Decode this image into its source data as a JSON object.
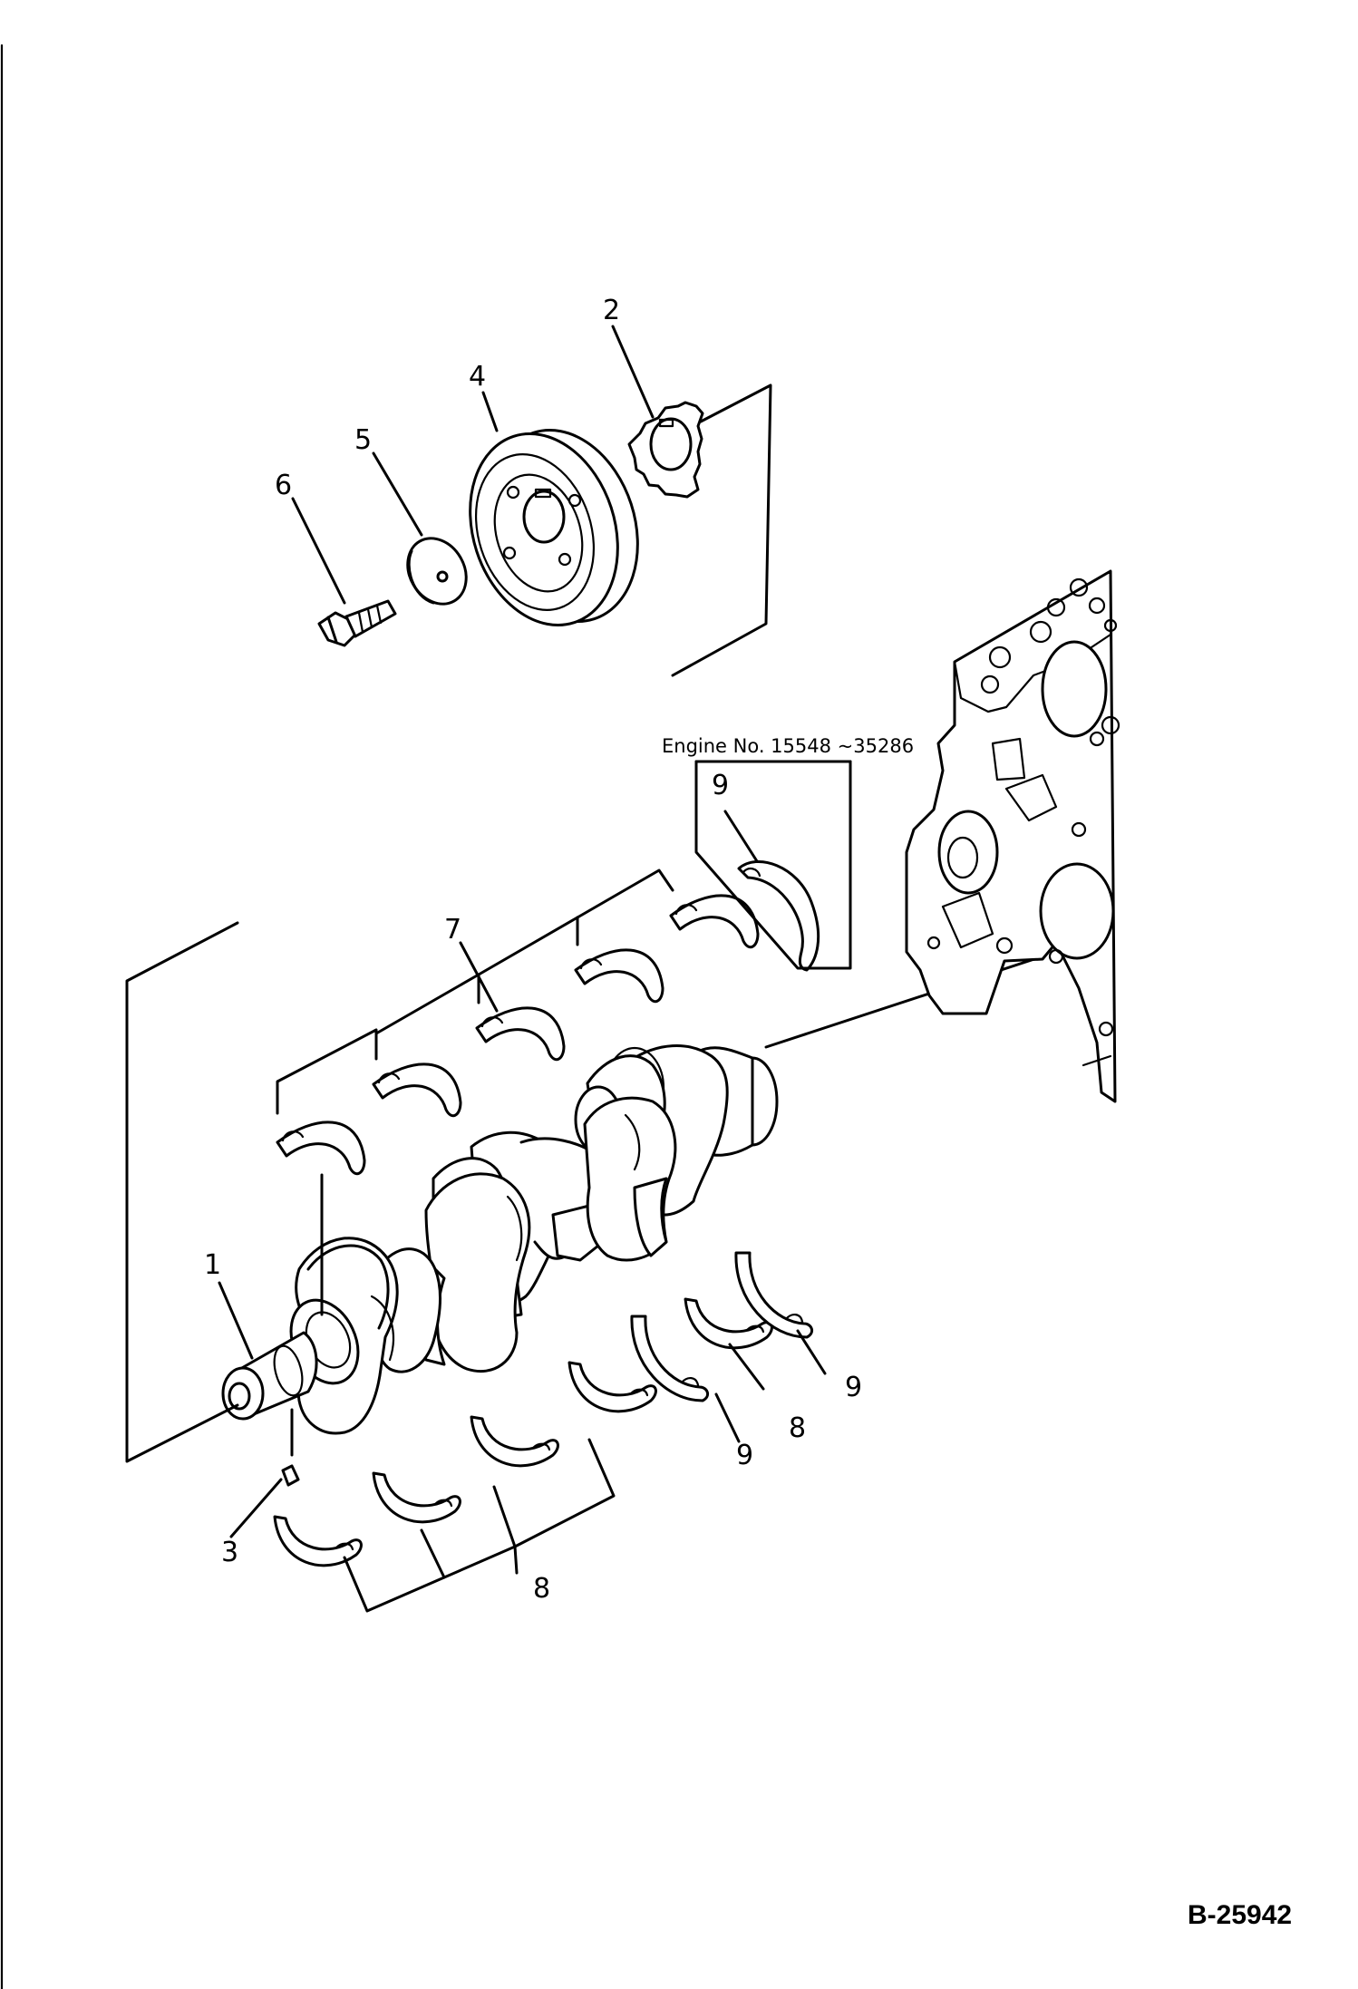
{
  "diagram": {
    "drawing_code": "B-25942",
    "note": "Engine No. 15548 ~35286",
    "callouts": {
      "c1": "1",
      "c2": "2",
      "c3": "3",
      "c4": "4",
      "c5": "5",
      "c6": "6",
      "c7": "7",
      "c8a": "8",
      "c8b": "8",
      "c9a": "9",
      "c9b": "9",
      "c9c": "9"
    }
  }
}
